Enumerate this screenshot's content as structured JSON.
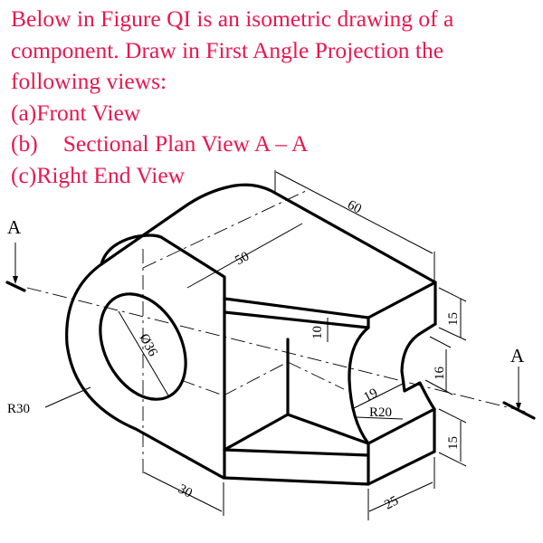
{
  "question": {
    "intro_line1": "Below in Figure QI is an isometric drawing of a",
    "intro_line2": "component. Draw in First Angle Projection the",
    "intro_line3": "following views:",
    "items": [
      {
        "marker": "(a)",
        "label": "Front View"
      },
      {
        "marker": "(b)",
        "label": "Sectional Plan View A – A"
      },
      {
        "marker": "(c)",
        "label": "Right End View"
      }
    ],
    "text_color": "#e8174f"
  },
  "figure": {
    "type": "isometric drawing",
    "section_marks": {
      "left": "A",
      "right": "A"
    },
    "dimensions": {
      "overall_length": "60",
      "top_length": "50",
      "web_thickness": "10",
      "upper_step_height": "15",
      "slot_width": "16",
      "lower_step_height": "15",
      "slot_depth": "19",
      "slot_radius": "R20",
      "base_width": "25",
      "boss_offset": "30",
      "boss_radius": "R30",
      "hole_diameter": "Ø36"
    }
  }
}
